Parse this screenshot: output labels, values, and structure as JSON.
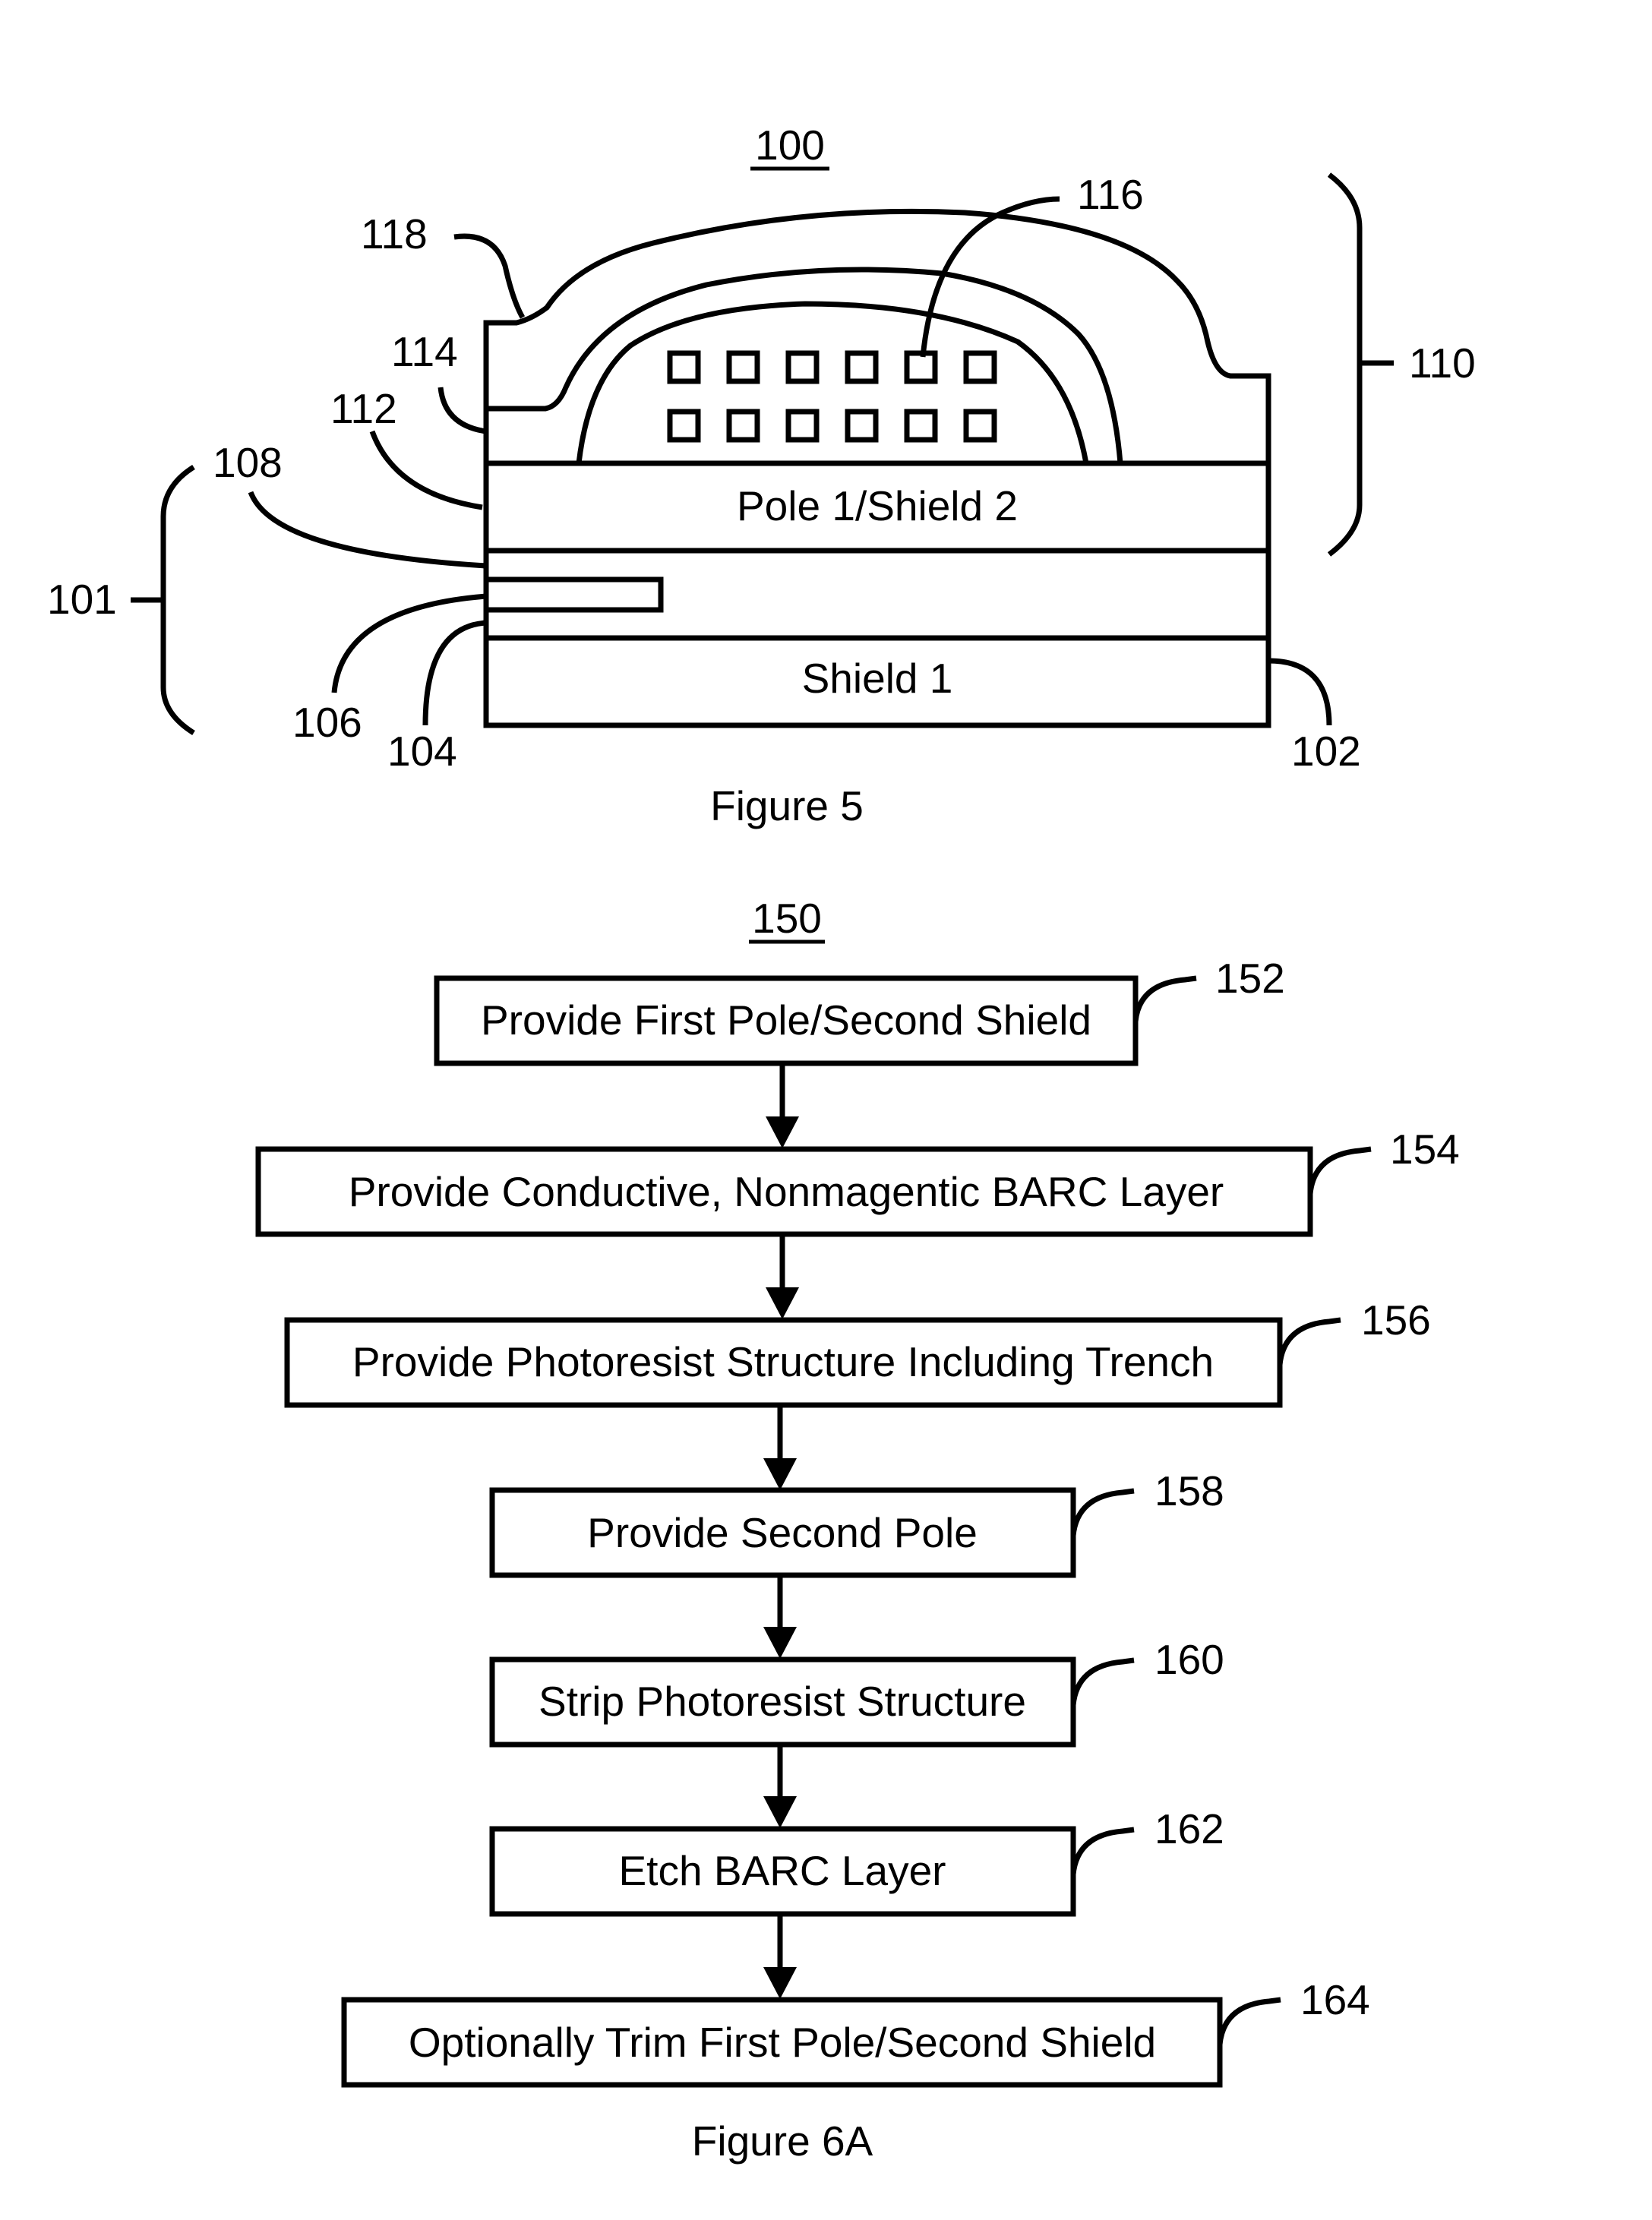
{
  "figure5": {
    "ref_number": "100",
    "caption": "Figure 5",
    "layer_pole": "Pole 1/Shield 2",
    "layer_shield": "Shield 1",
    "labels": {
      "l116": "116",
      "l118": "118",
      "l114": "114",
      "l112": "112",
      "l108": "108",
      "l110": "110",
      "l101": "101",
      "l106": "106",
      "l104": "104",
      "l102": "102"
    }
  },
  "figure6a": {
    "ref_number": "150",
    "caption": "Figure 6A",
    "steps": [
      {
        "text": "Provide First Pole/Second Shield",
        "ref": "152"
      },
      {
        "text": "Provide Conductive, Nonmagentic BARC Layer",
        "ref": "154"
      },
      {
        "text": "Provide Photoresist Structure Including Trench",
        "ref": "156"
      },
      {
        "text": "Provide Second Pole",
        "ref": "158"
      },
      {
        "text": "Strip Photoresist Structure",
        "ref": "160"
      },
      {
        "text": "Etch BARC Layer",
        "ref": "162"
      },
      {
        "text": "Optionally Trim First Pole/Second Shield",
        "ref": "164"
      }
    ]
  }
}
